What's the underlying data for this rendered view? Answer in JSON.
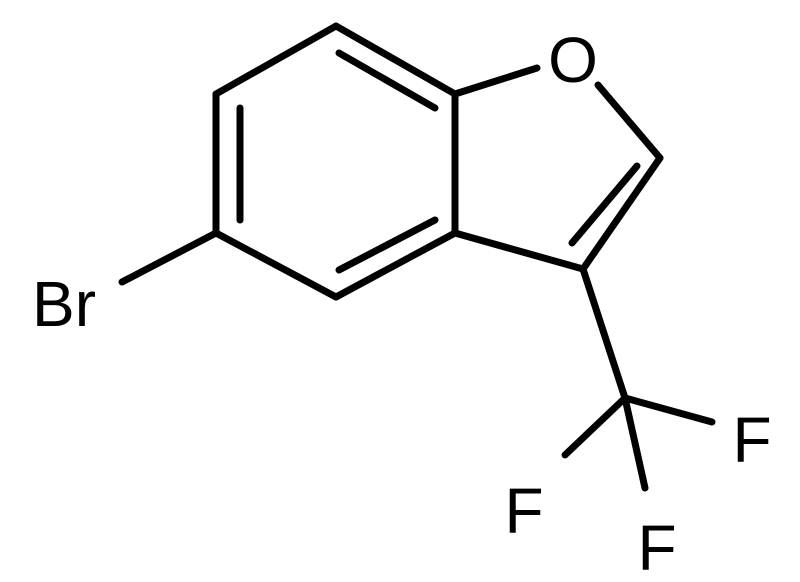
{
  "atoms": {
    "oxygen": "O",
    "bromine": "Br",
    "fluorine_right": "F",
    "fluorine_left": "F",
    "fluorine_bottom": "F"
  },
  "colors": {
    "bond": "#000000",
    "label": "#000000",
    "background": "#ffffff"
  }
}
